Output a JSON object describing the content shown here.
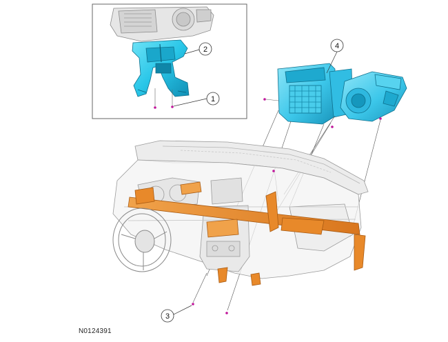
{
  "figure": {
    "id": "N0124391"
  },
  "callouts": [
    {
      "number": "1",
      "part": "fastener"
    },
    {
      "number": "2",
      "part": "floor duct"
    },
    {
      "number": "3",
      "part": "fastener"
    },
    {
      "number": "4",
      "part": "heater/evaporator housing"
    }
  ],
  "colors": {
    "duct_highlight": "#29c6e8",
    "bracket_highlight": "#e8892a",
    "fastener_marker": "#c0169a",
    "line_art": "#888888",
    "inset_border": "#666666"
  }
}
